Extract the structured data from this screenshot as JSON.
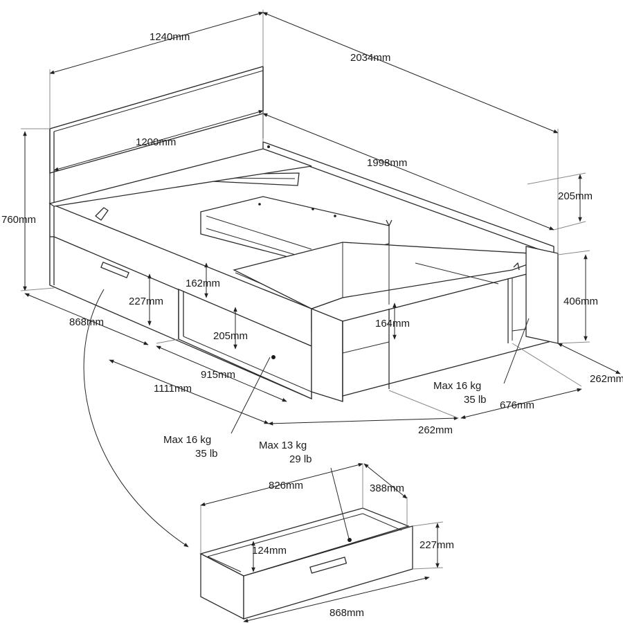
{
  "dimensions": {
    "headboard_width": "1240mm",
    "overall_length": "2034mm",
    "inner_width": "1200mm",
    "inner_length": "1998mm",
    "overall_height": "760mm",
    "shelf_top_height": "205mm",
    "side_height": "406mm",
    "drawer_front_height": "227mm",
    "compartment_162": "162mm",
    "compartment_164": "164mm",
    "compartment_205": "205mm",
    "drawer_depth_868": "868mm",
    "width_915": "915mm",
    "width_1111": "1111mm",
    "shelf_262_bottom": "262mm",
    "shelf_262_right": "262mm",
    "shelf_676": "676mm",
    "drawer_826": "826mm",
    "drawer_388": "388mm",
    "drawer_227": "227mm",
    "drawer_124": "124mm",
    "drawer_868": "868mm"
  },
  "loads": {
    "left_compartment": {
      "kg": "Max 16 kg",
      "lb": "35 lb"
    },
    "right_compartment": {
      "kg": "Max 16 kg",
      "lb": "35 lb"
    },
    "drawer": {
      "kg": "Max 13 kg",
      "lb": "29 lb"
    }
  },
  "colors": {
    "line": "#2a2a2a",
    "background": "#ffffff"
  }
}
